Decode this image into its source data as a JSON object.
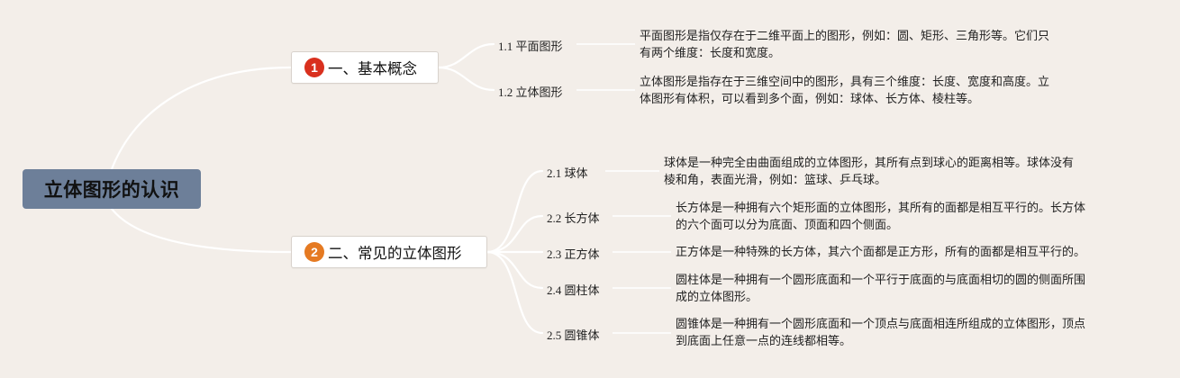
{
  "root": {
    "label": "立体图形的认识"
  },
  "branches": [
    {
      "number": "1",
      "marker_color": "#d9301e",
      "label": "一、基本概念",
      "children": [
        {
          "label": "1.1 平面图形",
          "desc": [
            "平面图形是指仅存在于二维平面上的图形，例如：圆、矩形、三角形等。它们只",
            "有两个维度：长度和宽度。"
          ]
        },
        {
          "label": "1.2 立体图形",
          "desc": [
            "立体图形是指存在于三维空间中的图形，具有三个维度：长度、宽度和高度。立",
            "体图形有体积，可以看到多个面，例如：球体、长方体、棱柱等。"
          ]
        }
      ]
    },
    {
      "number": "2",
      "marker_color": "#e57a22",
      "label": "二、常见的立体图形",
      "children": [
        {
          "label": "2.1 球体",
          "desc": [
            "球体是一种完全由曲面组成的立体图形，其所有点到球心的距离相等。球体没有",
            "棱和角，表面光滑，例如：篮球、乒乓球。"
          ]
        },
        {
          "label": "2.2 长方体",
          "desc": [
            "长方体是一种拥有六个矩形面的立体图形，其所有的面都是相互平行的。长方体",
            "的六个面可以分为底面、顶面和四个侧面。"
          ]
        },
        {
          "label": "2.3 正方体",
          "desc": [
            "正方体是一种特殊的长方体，其六个面都是正方形，所有的面都是相互平行的。"
          ]
        },
        {
          "label": "2.4 圆柱体",
          "desc": [
            "圆柱体是一种拥有一个圆形底面和一个平行于底面的与底面相切的圆的侧面所围",
            "成的立体图形。"
          ]
        },
        {
          "label": "2.5 圆锥体",
          "desc": [
            "圆锥体是一种拥有一个圆形底面和一个顶点与底面相连所组成的立体图形，顶点",
            "到底面上任意一点的连线都相等。"
          ]
        }
      ]
    }
  ],
  "colors": {
    "background": "#f3eee9",
    "root_fill": "#6d7f99",
    "connector": "#ffffff"
  }
}
